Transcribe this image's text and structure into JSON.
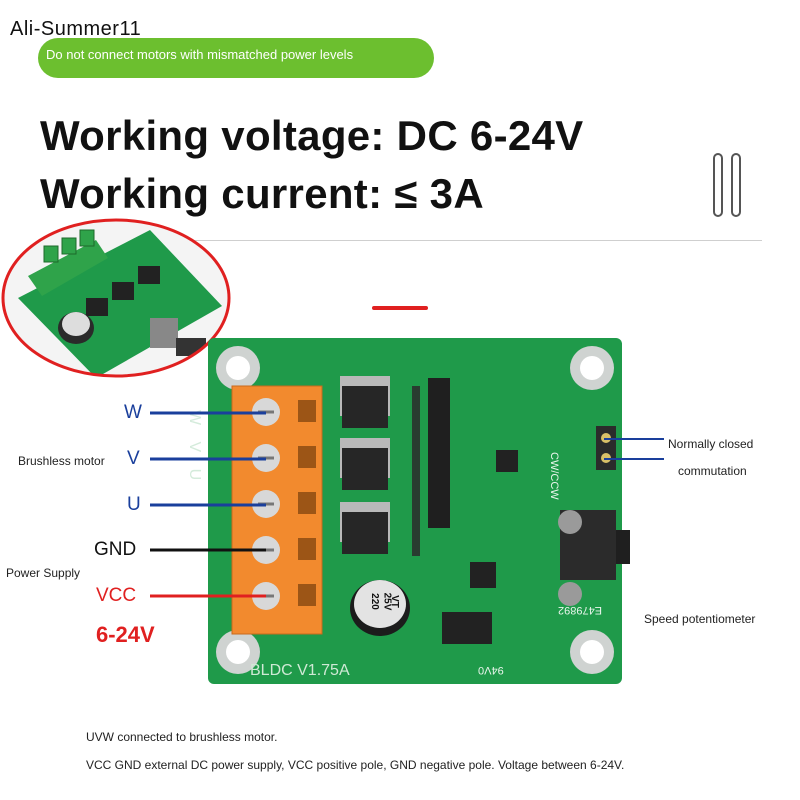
{
  "watermark": "Ali-Summer11",
  "warning": "Do not connect motors with mismatched power levels",
  "headline": {
    "voltage": "Working voltage: DC 6-24V",
    "current": "Working current: ≤ 3A"
  },
  "terminals": {
    "w": "W",
    "v": "V",
    "u": "U",
    "gnd": "GND",
    "vcc": "VCC",
    "vcc_range": "6-24V"
  },
  "labels": {
    "brushless_motor": "Brushless motor",
    "power_supply": "Power Supply",
    "normally_closed": "Normally closed",
    "commutation": "commutation",
    "speed_pot": "Speed potentiometer"
  },
  "board": {
    "model": "BLDC  V1.75A",
    "cw_ccw": "CW/CCW",
    "serial": "E479892",
    "rating": "94V0",
    "cap_value": "220",
    "cap_voltage": "25V",
    "cap_type": "VT",
    "uvw_silk": "W V U"
  },
  "notes": {
    "line1": "UVW connected to brushless motor.",
    "line2": "VCC GND external DC power supply, VCC positive pole, GND negative pole. Voltage between 6-24V."
  },
  "colors": {
    "pcb": "#1f9a4a",
    "terminal_block": "#f28a2e",
    "wire_blue": "#1a3f9c",
    "wire_red": "#e02020",
    "pill": "#6cbf2f"
  }
}
